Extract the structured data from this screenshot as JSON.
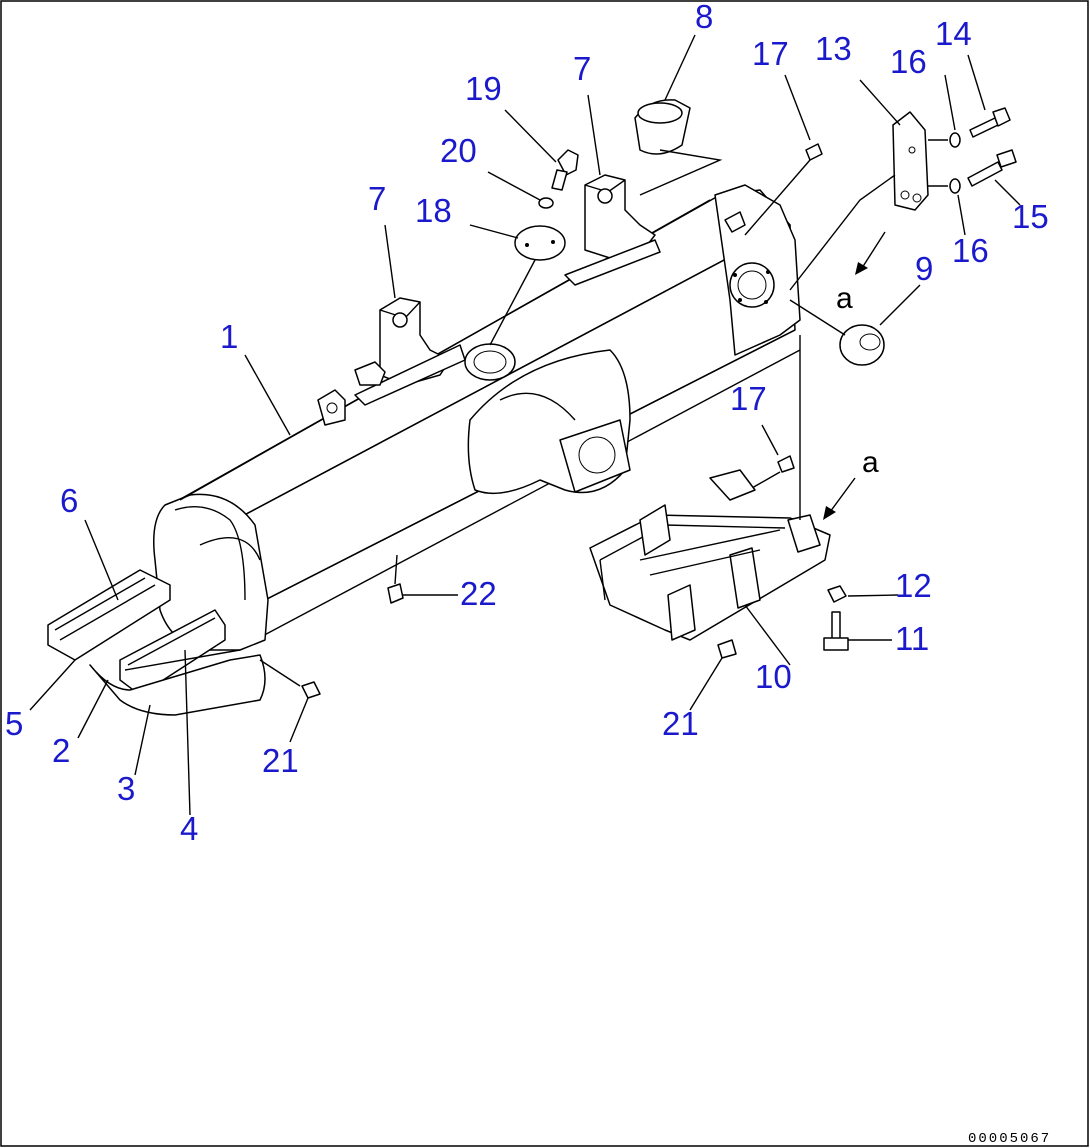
{
  "diagram": {
    "document_code": "00005067",
    "view_reference_letter": "a",
    "callouts": [
      {
        "id": "c1",
        "number": "1"
      },
      {
        "id": "c2",
        "number": "2"
      },
      {
        "id": "c3",
        "number": "3"
      },
      {
        "id": "c4",
        "number": "4"
      },
      {
        "id": "c5",
        "number": "5"
      },
      {
        "id": "c6",
        "number": "6"
      },
      {
        "id": "c7a",
        "number": "7"
      },
      {
        "id": "c7b",
        "number": "7"
      },
      {
        "id": "c8",
        "number": "8"
      },
      {
        "id": "c9",
        "number": "9"
      },
      {
        "id": "c10",
        "number": "10"
      },
      {
        "id": "c11",
        "number": "11"
      },
      {
        "id": "c12",
        "number": "12"
      },
      {
        "id": "c13",
        "number": "13"
      },
      {
        "id": "c14",
        "number": "14"
      },
      {
        "id": "c15",
        "number": "15"
      },
      {
        "id": "c16a",
        "number": "16"
      },
      {
        "id": "c16b",
        "number": "16"
      },
      {
        "id": "c17a",
        "number": "17"
      },
      {
        "id": "c17b",
        "number": "17"
      },
      {
        "id": "c18",
        "number": "18"
      },
      {
        "id": "c19",
        "number": "19"
      },
      {
        "id": "c20",
        "number": "20"
      },
      {
        "id": "c21a",
        "number": "21"
      },
      {
        "id": "c21b",
        "number": "21"
      },
      {
        "id": "c22",
        "number": "22"
      }
    ]
  }
}
